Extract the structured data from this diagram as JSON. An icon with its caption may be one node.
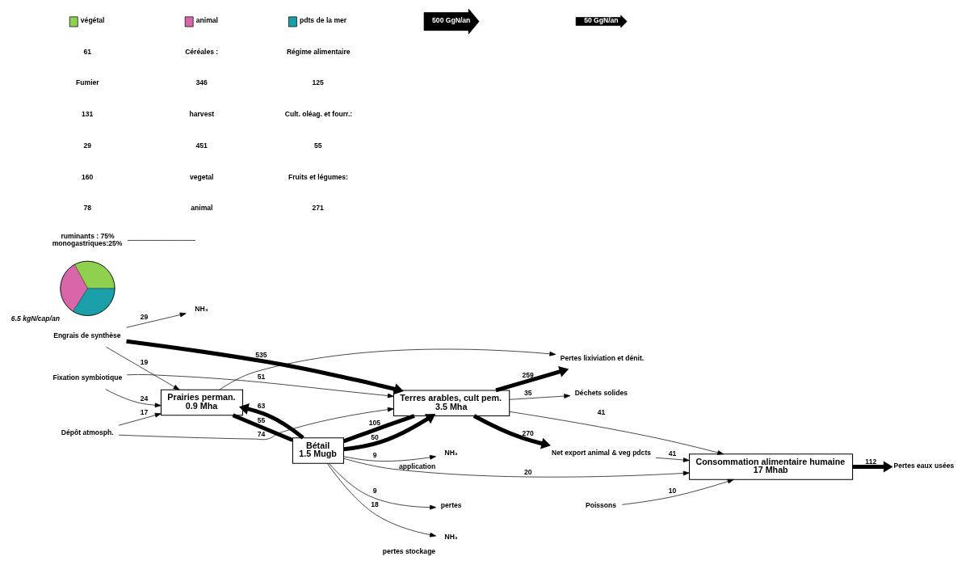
{
  "diagram": {
    "nodes": [
      {
        "text": [
          "Engrais de synthèse"
        ]
      },
      {
        "text": [
          "Dépôt atmosph."
        ]
      },
      {
        "text": [
          "Fixation symbiotique"
        ]
      },
      {
        "text": [
          "Prairies perman.",
          "0.9 Mha"
        ]
      },
      {
        "text": [
          "Terres arables, cult pem.",
          "3.5 Mha"
        ]
      },
      {
        "text": [
          "Bétail",
          "1.5 Mugb"
        ]
      },
      {
        "text": [
          "Consommation alimentaire humaine",
          "17 Mhab"
        ]
      },
      {
        "text": [
          "Net export animal & veg pdcts"
        ]
      },
      {
        "text": [
          "Pertes lixiviation et dénit."
        ]
      },
      {
        "text": [
          "Déchets solides"
        ]
      },
      {
        "text": [
          "Pertes eaux usées"
        ]
      },
      {
        "text": [
          "pertes"
        ]
      },
      {
        "text": [
          "NH₃"
        ]
      },
      {
        "text": [
          "NH₃"
        ],
        "beside": [
          "pertes stockage"
        ]
      },
      {
        "text": [
          "NH₃"
        ],
        "beside": [
          "application"
        ]
      },
      {
        "text": [
          "Poissons"
        ]
      },
      {
        "text": [],
        "shape": "picture",
        "beside": [
          "6.5 kgN/cap/an"
        ]
      },
      {
        "text": [
          "ruminants : 75%",
          "monogastriques:25%"
        ]
      }
    ],
    "edges": [
      {
        "from": 0,
        "to": 4,
        "arrow": "to",
        "label": "535",
        "style": "thick"
      },
      {
        "from": 0,
        "to": 12,
        "arrow": "to",
        "label": "29"
      },
      {
        "from": 0,
        "to": 3,
        "arrow": "to",
        "label": "19"
      },
      {
        "from": 1,
        "to": 3,
        "arrow": "to",
        "label": "17"
      },
      {
        "from": 1,
        "to": 4,
        "arrow": "to",
        "label": "74"
      },
      {
        "from": 2,
        "to": 3,
        "arrow": "to",
        "label": "24"
      },
      {
        "from": 2,
        "to": 4,
        "arrow": "to",
        "label": "51"
      },
      {
        "from": 3,
        "to": 5,
        "arrow": "none",
        "label": "55",
        "style": "thick"
      },
      {
        "from": 3,
        "to": 8,
        "arrow": "to"
      },
      {
        "from": 4,
        "to": 5,
        "arrow": "none",
        "label": "105",
        "style": "thick"
      },
      {
        "from": 5,
        "to": 3,
        "arrow": "to",
        "label": "63",
        "style": "thick"
      },
      {
        "from": 5,
        "to": 4,
        "arrow": "to",
        "label": "50",
        "style": "thick"
      },
      {
        "from": 5,
        "to": 13,
        "arrow": "to",
        "label": "18"
      },
      {
        "from": 5,
        "to": 14,
        "arrow": "to",
        "label": "9"
      },
      {
        "from": 5,
        "to": 11,
        "arrow": "to",
        "label": "9"
      },
      {
        "from": 5,
        "to": 6,
        "arrow": "to",
        "label": "20"
      },
      {
        "from": 7,
        "to": 6,
        "arrow": "to",
        "label": "41"
      },
      {
        "from": 4,
        "to": 7,
        "arrow": "to",
        "label": "270",
        "style": "thick"
      },
      {
        "from": 4,
        "to": 6,
        "arrow": "to",
        "label": "41"
      },
      {
        "from": 4,
        "to": 9,
        "arrow": "to",
        "label": "35"
      },
      {
        "from": 4,
        "to": 8,
        "arrow": "to",
        "label": "259",
        "style": "thick"
      },
      {
        "from": 15,
        "to": 6,
        "arrow": "to",
        "label": "10"
      },
      {
        "from": 6,
        "to": 10,
        "arrow": "to",
        "label": "112",
        "style": "thick"
      },
      {
        "from": 17,
        "to": null,
        "arrow": "none"
      }
    ],
    "labels": [
      "78",
      "160",
      "29",
      "131",
      "Fumier",
      "61",
      "animal",
      "vegetal",
      "451",
      "harvest",
      "346",
      "Céréales :",
      "271",
      "Fruits et légumes:",
      "55",
      "Cult. oléag. et fourr.:",
      "125",
      "Régime alimentaire"
    ],
    "legend": [
      {
        "text": "végétal",
        "color": "#8fd14f"
      },
      {
        "text": "animal",
        "color": "#d966a8"
      },
      {
        "text": "pdts de la mer",
        "color": "#1a9fa8"
      },
      {
        "text": "500 GgN/an"
      },
      {
        "text": "50 GgN/an"
      }
    ]
  }
}
